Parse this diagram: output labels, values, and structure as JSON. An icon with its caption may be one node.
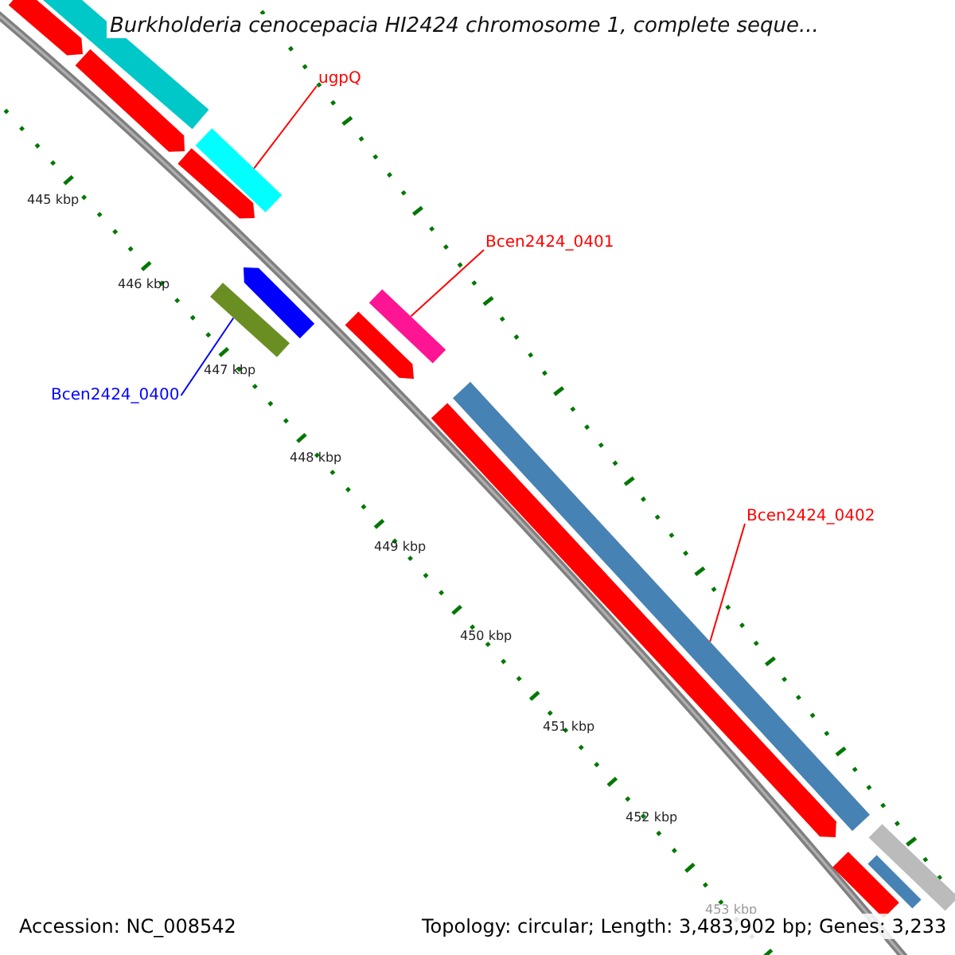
{
  "diagram": {
    "title": "Burkholderia cenocepacia HI2424 chromosome 1, complete seque...",
    "nodes": [
      {
        "text": [
          "ugpQ"
        ]
      },
      {
        "text": [],
        "shape": "bar"
      },
      {
        "text": [
          "Bcen2424_0401"
        ]
      },
      {
        "text": [],
        "shape": "bar"
      },
      {
        "text": [
          "Bcen2424_0400"
        ]
      },
      {
        "text": [],
        "shape": "bar"
      },
      {
        "text": [
          "Bcen2424_0402"
        ]
      },
      {
        "text": [],
        "shape": "bar"
      },
      {
        "text": [],
        "shape": "arrow"
      },
      {
        "text": [],
        "shape": "arrow"
      },
      {
        "text": [],
        "shape": "arrow"
      },
      {
        "text": [],
        "shape": "bar"
      },
      {
        "text": [],
        "shape": "arrow"
      },
      {
        "text": [],
        "shape": "arrow"
      },
      {
        "text": [],
        "shape": "arrow"
      },
      {
        "text": [],
        "shape": "bar"
      },
      {
        "text": [],
        "shape": "bar"
      },
      {
        "text": [],
        "shape": "bar"
      }
    ],
    "edges": [
      {
        "from": 0,
        "to": 1,
        "arrow": "none"
      },
      {
        "from": 2,
        "to": 3,
        "arrow": "none"
      },
      {
        "from": 4,
        "to": 5,
        "arrow": "none",
        "color": "#0000ff"
      },
      {
        "from": 6,
        "to": 7,
        "arrow": "none"
      }
    ],
    "labels": [
      "445 kbp",
      "446 kbp",
      "447 kbp",
      "448 kbp",
      "449 kbp",
      "450 kbp",
      "451 kbp",
      "452 kbp",
      "453 kbp",
      "Accession: NC_008542",
      "Topology: circular; Length: 3,483,902 bp; Genes: 3,233"
    ]
  }
}
